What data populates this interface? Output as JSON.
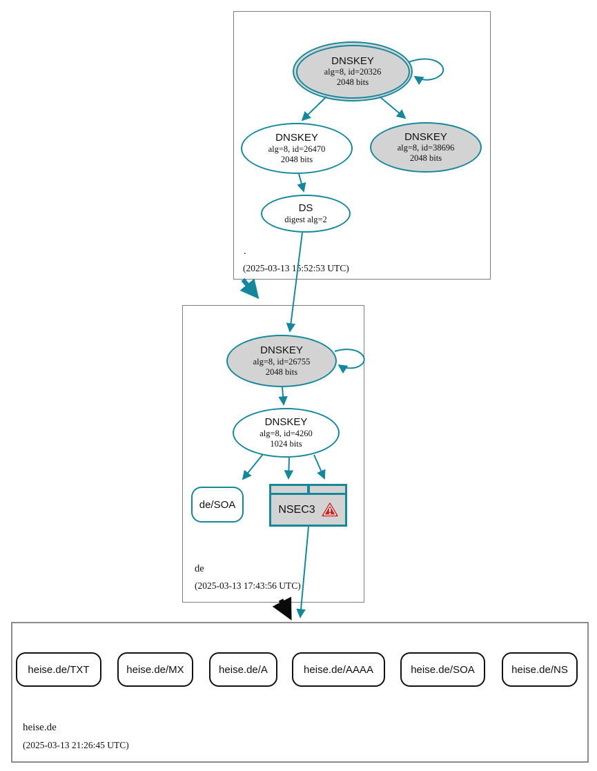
{
  "colors": {
    "edge_secure": "#15879b",
    "node_fill_ksk": "#d3d3d3",
    "warning_red": "#cc2222",
    "zone_border": "#7d7d7d"
  },
  "root_zone": {
    "label": ".",
    "timestamp": "(2025-03-13 15:52:53 UTC)",
    "ksk": {
      "title": "DNSKEY",
      "line1": "alg=8, id=20326",
      "line2": "2048 bits"
    },
    "zsk": {
      "title": "DNSKEY",
      "line1": "alg=8, id=26470",
      "line2": "2048 bits"
    },
    "key2": {
      "title": "DNSKEY",
      "line1": "alg=8, id=38696",
      "line2": "2048 bits"
    },
    "ds": {
      "title": "DS",
      "line1": "digest alg=2"
    }
  },
  "de_zone": {
    "label": "de",
    "timestamp": "(2025-03-13 17:43:56 UTC)",
    "ksk": {
      "title": "DNSKEY",
      "line1": "alg=8, id=26755",
      "line2": "2048 bits"
    },
    "zsk": {
      "title": "DNSKEY",
      "line1": "alg=8, id=4260",
      "line2": "1024 bits"
    },
    "soa": {
      "label": "de/SOA"
    },
    "nsec3": {
      "label": "NSEC3"
    }
  },
  "heise_zone": {
    "label": "heise.de",
    "timestamp": "(2025-03-13 21:26:45 UTC)",
    "rrsets": [
      "heise.de/TXT",
      "heise.de/MX",
      "heise.de/A",
      "heise.de/AAAA",
      "heise.de/SOA",
      "heise.de/NS"
    ]
  }
}
